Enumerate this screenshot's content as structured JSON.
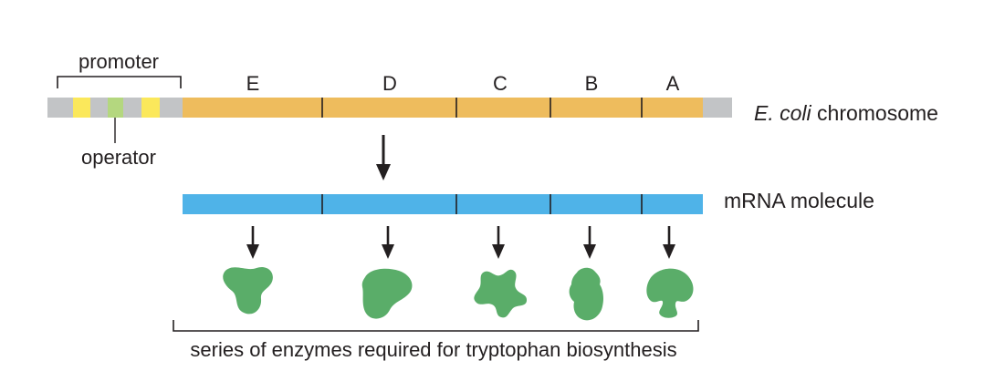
{
  "labels": {
    "promoter": "promoter",
    "operator": "operator",
    "chromosome_italic": "E. coli",
    "chromosome_rest": " chromosome",
    "mrna": "mRNA molecule",
    "enzymes": "series of enzymes required for tryptophan biosynthesis"
  },
  "genes": [
    "E",
    "D",
    "C",
    "B",
    "A"
  ],
  "colors": {
    "gene": "#eebc5d",
    "flank": "#c2c4c6",
    "promoter_box": "#fbe85b",
    "operator_box": "#b4d77f",
    "mrna": "#4fb3e8",
    "enzyme": "#5aad69",
    "line": "#231f20"
  },
  "icons": [
    "down-arrow-icon",
    "enzyme-shape-icon"
  ]
}
